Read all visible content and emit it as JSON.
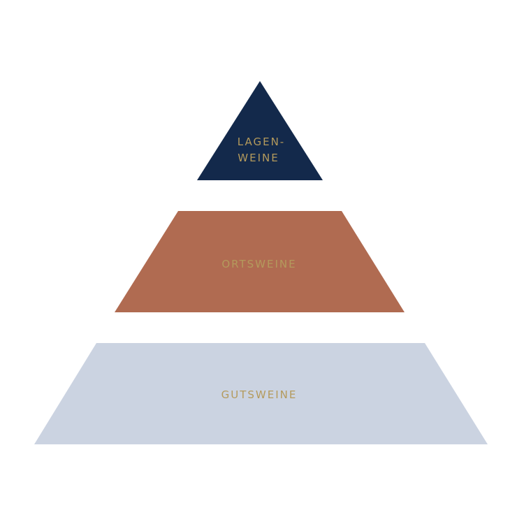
{
  "pyramid": {
    "tiers": [
      {
        "name": "top",
        "lines": [
          "LAGEN-",
          "WEINE"
        ],
        "color": "#13294b"
      },
      {
        "name": "middle",
        "lines": [
          "ORTSWEINE"
        ],
        "color": "#b06b51"
      },
      {
        "name": "bottom",
        "lines": [
          "GUTSWEINE"
        ],
        "color": "#cbd3e1"
      }
    ],
    "text_color": "#b49a5c"
  }
}
